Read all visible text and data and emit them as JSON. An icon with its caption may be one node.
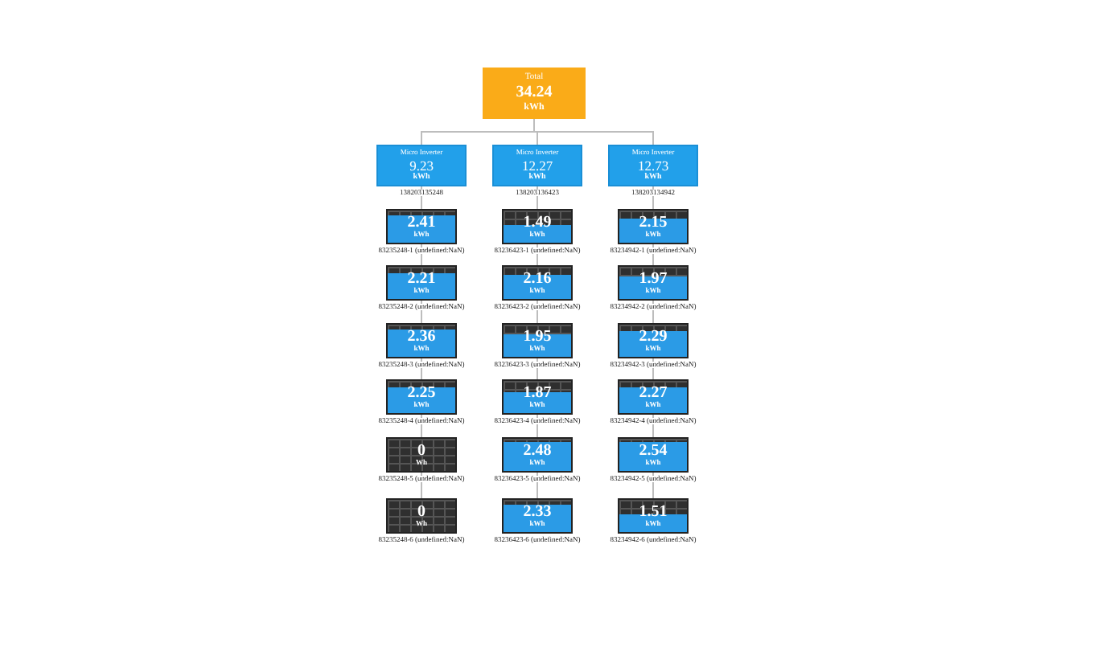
{
  "diagram": {
    "nodes": [
      {
        "text": [
          "Total",
          "34.24",
          "kWh"
        ]
      },
      {
        "text": [
          "Micro Inverter",
          "9.23",
          "kWh"
        ],
        "beside": [
          "138203135248"
        ]
      },
      {
        "text": [
          "Micro Inverter",
          "12.27",
          "kWh"
        ],
        "beside": [
          "138203136423"
        ]
      },
      {
        "text": [
          "Micro Inverter",
          "12.73",
          "kWh"
        ],
        "beside": [
          "138203134942"
        ]
      },
      {
        "text": [
          "2.41",
          "kWh"
        ],
        "beside": [
          "83235248-1 (undefined:NaN)"
        ]
      },
      {
        "text": [
          "1.49",
          "kWh"
        ],
        "beside": [
          "83236423-1 (undefined:NaN)"
        ]
      },
      {
        "text": [
          "2.15",
          "kWh"
        ],
        "beside": [
          "83234942-1 (undefined:NaN)"
        ]
      },
      {
        "text": [
          "2.21",
          "kWh"
        ],
        "beside": [
          "83235248-2 (undefined:NaN)"
        ]
      },
      {
        "text": [
          "2.16",
          "kWh"
        ],
        "beside": [
          "83236423-2 (undefined:NaN)"
        ]
      },
      {
        "text": [
          "1.97",
          "kWh"
        ],
        "beside": [
          "83234942-2 (undefined:NaN)"
        ]
      },
      {
        "text": [
          "2.36",
          "kWh"
        ],
        "beside": [
          "83235248-3 (undefined:NaN)"
        ]
      },
      {
        "text": [
          "1.95",
          "kWh"
        ],
        "beside": [
          "83236423-3 (undefined:NaN)"
        ]
      },
      {
        "text": [
          "2.29",
          "kWh"
        ],
        "beside": [
          "83234942-3 (undefined:NaN)"
        ]
      },
      {
        "text": [
          "2.25",
          "kWh"
        ],
        "beside": [
          "83235248-4 (undefined:NaN)"
        ]
      },
      {
        "text": [
          "1.87",
          "kWh"
        ],
        "beside": [
          "83236423-4 (undefined:NaN)"
        ]
      },
      {
        "text": [
          "2.27",
          "kWh"
        ],
        "beside": [
          "83234942-4 (undefined:NaN)"
        ]
      },
      {
        "text": [
          "0",
          "Wh"
        ],
        "beside": [
          "83235248-5 (undefined:NaN)"
        ]
      },
      {
        "text": [
          "2.48",
          "kWh"
        ],
        "beside": [
          "83236423-5 (undefined:NaN)"
        ]
      },
      {
        "text": [
          "2.54",
          "kWh"
        ],
        "beside": [
          "83234942-5 (undefined:NaN)"
        ]
      },
      {
        "text": [
          "0",
          "Wh"
        ],
        "beside": [
          "83235248-6 (undefined:NaN)"
        ]
      },
      {
        "text": [
          "2.33",
          "kWh"
        ],
        "beside": [
          "83236423-6 (undefined:NaN)"
        ]
      },
      {
        "text": [
          "1.51",
          "kWh"
        ],
        "beside": [
          "83234942-6 (undefined:NaN)"
        ]
      }
    ],
    "edges": [
      {
        "from": 0,
        "to": 1,
        "arrow": "none"
      },
      {
        "from": 0,
        "to": 2,
        "arrow": "none"
      },
      {
        "from": 0,
        "to": 3,
        "arrow": "none"
      },
      {
        "from": 1,
        "to": 4,
        "arrow": "none"
      },
      {
        "from": 2,
        "to": 5,
        "arrow": "none"
      },
      {
        "from": 3,
        "to": 6,
        "arrow": "none"
      },
      {
        "from": 4,
        "to": 7,
        "arrow": "none"
      },
      {
        "from": 5,
        "to": 8,
        "arrow": "none"
      },
      {
        "from": 6,
        "to": 9,
        "arrow": "none"
      },
      {
        "from": 7,
        "to": 10,
        "arrow": "none"
      },
      {
        "from": 8,
        "to": 11,
        "arrow": "none"
      },
      {
        "from": 9,
        "to": 12,
        "arrow": "none"
      },
      {
        "from": 10,
        "to": 13,
        "arrow": "none"
      },
      {
        "from": 11,
        "to": 14,
        "arrow": "none"
      },
      {
        "from": 12,
        "to": 15,
        "arrow": "none"
      },
      {
        "from": 13,
        "to": 16,
        "arrow": "none"
      },
      {
        "from": 14,
        "to": 17,
        "arrow": "none"
      },
      {
        "from": 15,
        "to": 18,
        "arrow": "none"
      },
      {
        "from": 16,
        "to": 19,
        "arrow": "none"
      },
      {
        "from": 17,
        "to": 20,
        "arrow": "none"
      },
      {
        "from": 18,
        "to": 21,
        "arrow": "none"
      }
    ]
  }
}
